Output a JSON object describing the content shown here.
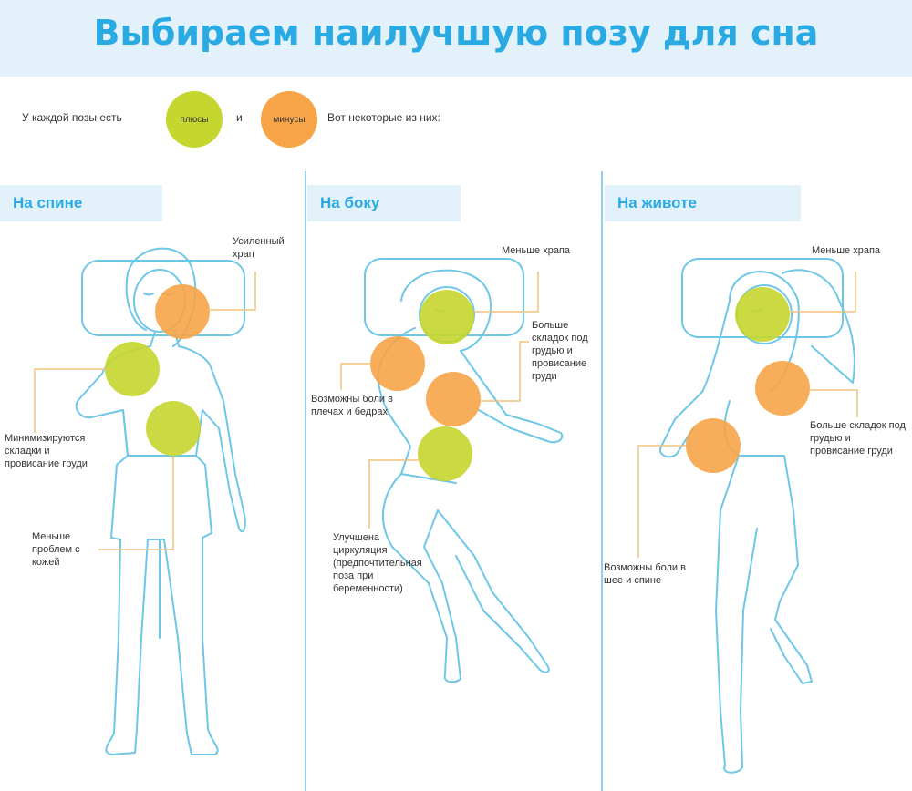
{
  "title": "Выбираем наилучшую позу для сна",
  "legend": {
    "prefix": "У каждой позы есть",
    "plus_label": "плюсы",
    "and": "и",
    "minus_label": "минусы",
    "suffix": "Вот некоторые из них:"
  },
  "colors": {
    "accent": "#2aaae3",
    "header_bg": "#e3f1fa",
    "plus": "#c5d62e",
    "minus": "#f6a447",
    "figure": "#6fc7e8",
    "leader": "#f2c27a"
  },
  "columns": [
    {
      "header": "На спине",
      "labels": [
        "Усиленный храп",
        "Минимизируются складки и провисание груди",
        "Меньше проблем с кожей"
      ]
    },
    {
      "header": "На боку",
      "labels": [
        "Меньше храпа",
        "Больше складок под грудью и провисание груди",
        "Возможны боли в плечах и бедрах",
        "Улучшена циркуляция (предпочтительная поза при беременности)"
      ]
    },
    {
      "header": "На животе",
      "labels": [
        "Меньше храпа",
        "Больше складок под грудью и провисание груди",
        "Возможны боли в шее и спине"
      ]
    }
  ]
}
